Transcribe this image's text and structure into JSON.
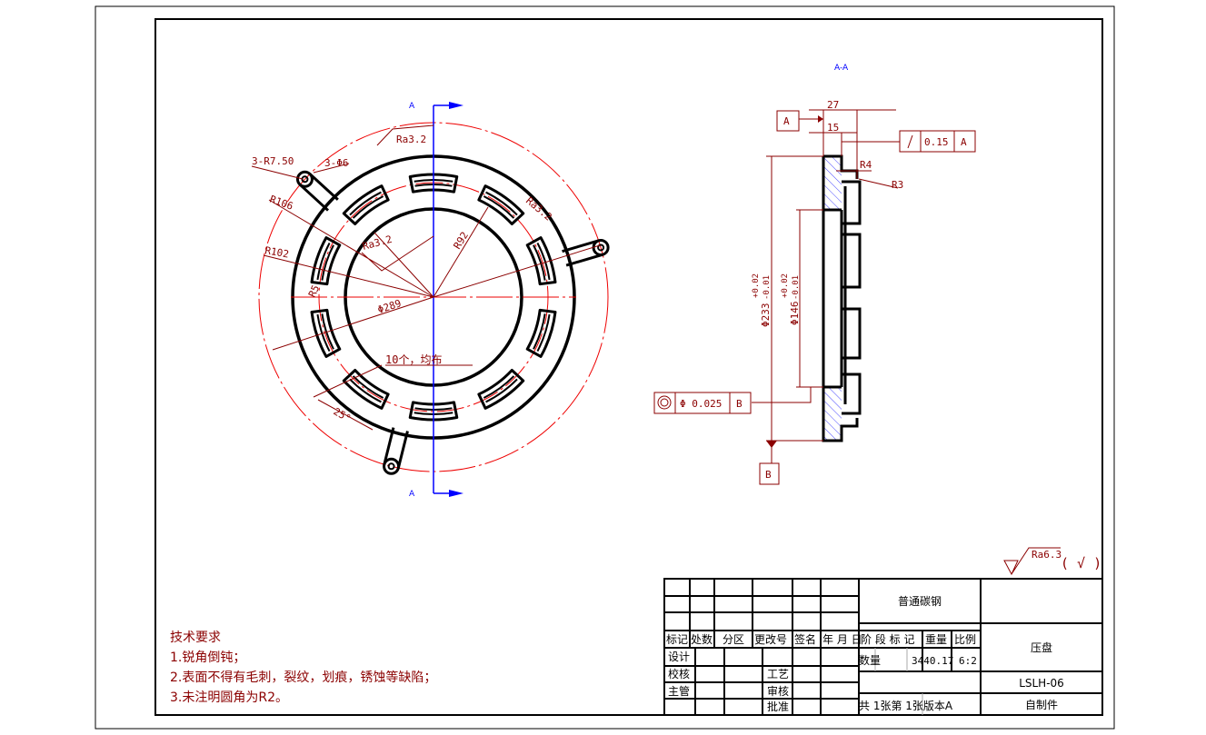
{
  "main_view": {
    "section_mark_top": "A",
    "section_mark_bottom": "A",
    "lug_radius": "3-R7.50",
    "lug_hole": "3-Φ6",
    "r106": "R106",
    "r102": "R102",
    "r_small": "R5",
    "ra_outer": "Ra3.2",
    "ra_inner": "Ra3.2",
    "ra_slot": "Ra3.2",
    "r92": "R92",
    "dia289": "Φ289",
    "slot_note": "10个，均布",
    "angle": "25°"
  },
  "section_view": {
    "title": "A-A",
    "dim_27": "27",
    "dim_15": "15",
    "datum_a": "A",
    "runout_tol": "0.15",
    "runout_datum": "A",
    "r4": "R4",
    "r3": "R3",
    "dia233": "Φ233",
    "dia146": "Φ146",
    "tol_upper": "+0.02",
    "tol_lower": "-0.01",
    "conc_tol": "Φ 0.025",
    "conc_datum": "B",
    "datum_b": "B"
  },
  "roughness": {
    "value": "Ra6.3",
    "other": "( √ )"
  },
  "notes": {
    "title": "技术要求",
    "items": [
      "1.锐角倒钝；",
      "2.表面不得有毛刺，裂纹，划痕，锈蚀等缺陷；",
      "3.未注明圆角为R2。"
    ]
  },
  "title_block": {
    "headers": [
      "标记",
      "处数",
      "分区",
      "更改号",
      "签名",
      "年 月 日"
    ],
    "design": "设计",
    "check": "校核",
    "manager": "主管",
    "process": "工艺",
    "review": "审核",
    "approve": "批准",
    "material": "普通碳钢",
    "stage_mark": "阶 段 标 记",
    "weight_label": "重量",
    "scale_label": "比例",
    "quantity": "数量",
    "weight": "3440.17",
    "scale": "6:2",
    "sheets": "共 1张第 1张版本A",
    "part_name": "压盘",
    "drawing_no": "LSLH-06",
    "source": "自制件"
  }
}
